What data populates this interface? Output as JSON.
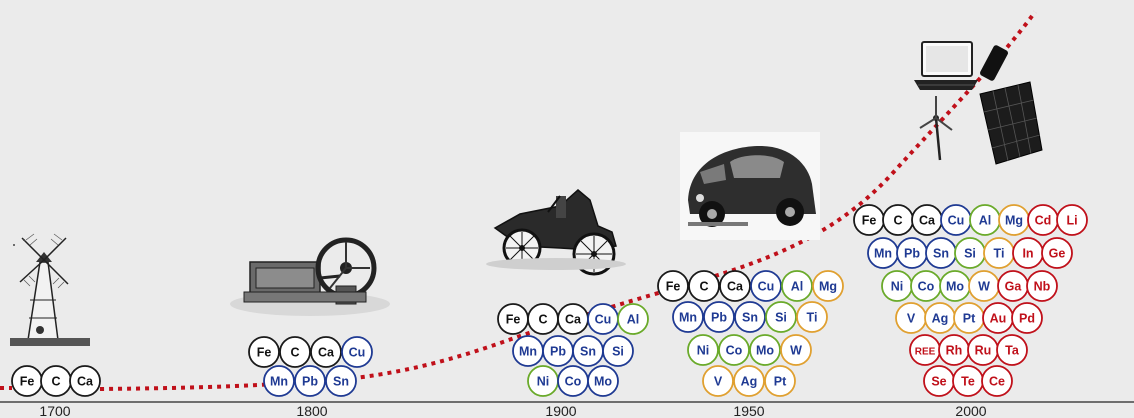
{
  "timeline": {
    "years": [
      "1700",
      "1800",
      "1900",
      "1950",
      "2000"
    ]
  },
  "colors": {
    "black_group": "#1a1a1a",
    "blue_group": "#1f3a93",
    "green_group": "#6aaa2a",
    "orange_group": "#e0a030",
    "red_group": "#c0101a",
    "curve": "#c0101a"
  },
  "illustrations": {
    "1700": "windmill-icon",
    "1800": "steam-engine-icon",
    "1900": "early-automobile-icon",
    "1950": "beetle-car-icon",
    "2000": [
      "laptop-icon",
      "smartphone-icon",
      "wind-turbine-icon",
      "solar-panel-icon"
    ]
  },
  "clusters": [
    {
      "year": "1700",
      "rows": [
        [
          [
            "Fe",
            "black_group"
          ],
          [
            "C",
            "black_group"
          ],
          [
            "Ca",
            "black_group"
          ]
        ]
      ]
    },
    {
      "year": "1800",
      "rows": [
        [
          [
            "Fe",
            "black_group"
          ],
          [
            "C",
            "black_group"
          ],
          [
            "Ca",
            "black_group"
          ],
          [
            "Cu",
            "blue_group"
          ]
        ],
        [
          [
            "Mn",
            "blue_group"
          ],
          [
            "Pb",
            "blue_group"
          ],
          [
            "Sn",
            "blue_group"
          ]
        ]
      ]
    },
    {
      "year": "1900",
      "rows": [
        [
          [
            "Fe",
            "black_group"
          ],
          [
            "C",
            "black_group"
          ],
          [
            "Ca",
            "black_group"
          ],
          [
            "Cu",
            "blue_group"
          ],
          [
            "Al",
            "green_group"
          ]
        ],
        [
          [
            "Mn",
            "blue_group"
          ],
          [
            "Pb",
            "blue_group"
          ],
          [
            "Sn",
            "blue_group"
          ],
          [
            "Si",
            "blue_group"
          ]
        ],
        [
          [
            "Ni",
            "green_group"
          ],
          [
            "Co",
            "blue_group"
          ],
          [
            "Mo",
            "blue_group"
          ]
        ]
      ]
    },
    {
      "year": "1950",
      "rows": [
        [
          [
            "Fe",
            "black_group"
          ],
          [
            "C",
            "black_group"
          ],
          [
            "Ca",
            "black_group"
          ],
          [
            "Cu",
            "blue_group"
          ],
          [
            "Al",
            "green_group"
          ],
          [
            "Mg",
            "orange_group"
          ]
        ],
        [
          [
            "Mn",
            "blue_group"
          ],
          [
            "Pb",
            "blue_group"
          ],
          [
            "Sn",
            "blue_group"
          ],
          [
            "Si",
            "green_group"
          ],
          [
            "Ti",
            "orange_group"
          ]
        ],
        [
          [
            "Ni",
            "green_group"
          ],
          [
            "Co",
            "green_group"
          ],
          [
            "Mo",
            "green_group"
          ],
          [
            "W",
            "orange_group"
          ]
        ],
        [
          [
            "V",
            "orange_group"
          ],
          [
            "Ag",
            "orange_group"
          ],
          [
            "Pt",
            "orange_group"
          ]
        ]
      ]
    },
    {
      "year": "2000",
      "rows": [
        [
          [
            "Fe",
            "black_group"
          ],
          [
            "C",
            "black_group"
          ],
          [
            "Ca",
            "black_group"
          ],
          [
            "Cu",
            "blue_group"
          ],
          [
            "Al",
            "green_group"
          ],
          [
            "Mg",
            "orange_group"
          ],
          [
            "Cd",
            "red_group"
          ],
          [
            "Li",
            "red_group"
          ]
        ],
        [
          [
            "Mn",
            "blue_group"
          ],
          [
            "Pb",
            "blue_group"
          ],
          [
            "Sn",
            "blue_group"
          ],
          [
            "Si",
            "green_group"
          ],
          [
            "Ti",
            "orange_group"
          ],
          [
            "In",
            "red_group"
          ],
          [
            "Ge",
            "red_group"
          ]
        ],
        [
          [
            "Ni",
            "green_group"
          ],
          [
            "Co",
            "green_group"
          ],
          [
            "Mo",
            "green_group"
          ],
          [
            "W",
            "orange_group"
          ],
          [
            "Ga",
            "red_group"
          ],
          [
            "Nb",
            "red_group"
          ]
        ],
        [
          [
            "V",
            "orange_group"
          ],
          [
            "Ag",
            "orange_group"
          ],
          [
            "Pt",
            "orange_group"
          ],
          [
            "Au",
            "red_group"
          ],
          [
            "Pd",
            "red_group"
          ]
        ],
        [
          [
            "REE",
            "red_group"
          ],
          [
            "Rh",
            "red_group"
          ],
          [
            "Ru",
            "red_group"
          ],
          [
            "Ta",
            "red_group"
          ]
        ],
        [
          [
            "Se",
            "red_group"
          ],
          [
            "Te",
            "red_group"
          ],
          [
            "Ce",
            "red_group"
          ]
        ]
      ]
    }
  ]
}
